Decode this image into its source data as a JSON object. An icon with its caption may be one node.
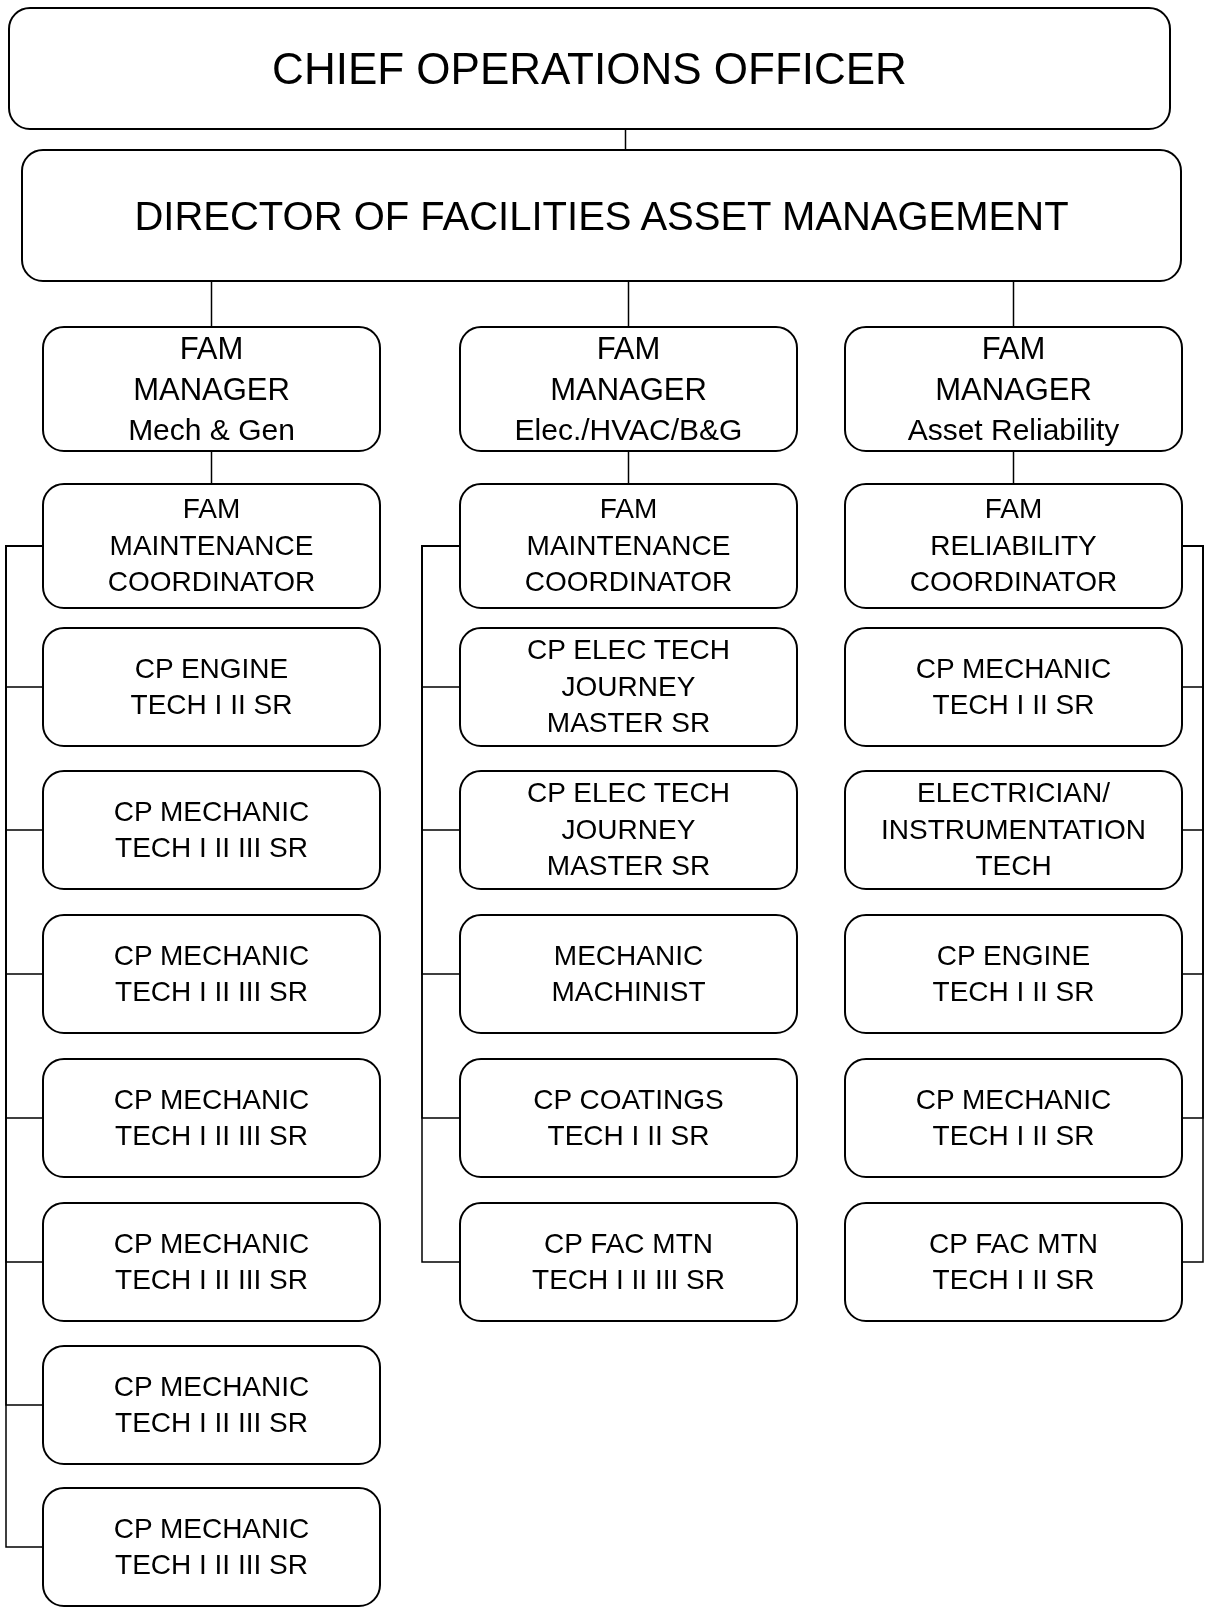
{
  "diagram": {
    "nodes": [
      {
        "text": [
          "CHIEF OPERATIONS OFFICER"
        ]
      },
      {
        "text": [
          "DIRECTOR OF FACILITIES ASSET MANAGEMENT"
        ]
      },
      {
        "text": [
          "FAM MANAGER",
          "Mech & Gen"
        ]
      },
      {
        "text": [
          "FAM MANAGER",
          "Elec./HVAC/B&G"
        ]
      },
      {
        "text": [
          "FAM MANAGER",
          "Asset Reliability"
        ]
      },
      {
        "text": [
          "FAM MAINTENANCE COORDINATOR"
        ]
      },
      {
        "text": [
          "FAM MAINTENANCE COORDINATOR"
        ]
      },
      {
        "text": [
          "FAM RELIABILITY COORDINATOR"
        ]
      },
      {
        "text": [
          "CP ENGINE TECH I II SR"
        ]
      },
      {
        "text": [
          "CP ELEC TECH JOURNEY MASTER SR"
        ]
      },
      {
        "text": [
          "CP MECHANIC TECH I II SR"
        ]
      },
      {
        "text": [
          "CP MECHANIC TECH I II III SR"
        ]
      },
      {
        "text": [
          "CP ELEC TECH JOURNEY MASTER SR"
        ]
      },
      {
        "text": [
          "ELECTRICIAN/ INSTRUMENTATION TECH"
        ]
      },
      {
        "text": [
          "CP MECHANIC TECH I II III SR"
        ]
      },
      {
        "text": [
          "MECHANIC MACHINIST"
        ]
      },
      {
        "text": [
          "CP ENGINE TECH I II SR"
        ]
      },
      {
        "text": [
          "CP MECHANIC TECH I II III SR"
        ]
      },
      {
        "text": [
          "CP COATINGS TECH I II SR"
        ]
      },
      {
        "text": [
          "CP MECHANIC TECH I II SR"
        ]
      },
      {
        "text": [
          "CP MECHANIC TECH I II III SR"
        ]
      },
      {
        "text": [
          "CP FAC MTN TECH I II III SR"
        ]
      },
      {
        "text": [
          "CP FAC MTN TECH I II SR"
        ]
      },
      {
        "text": [
          "CP MECHANIC TECH I II III SR"
        ]
      },
      {
        "text": [
          "CP MECHANIC TECH I II III SR"
        ]
      }
    ],
    "edges": [
      {
        "from": 0,
        "to": 1,
        "arrow": "none"
      },
      {
        "from": 1,
        "to": 2,
        "arrow": "none"
      },
      {
        "from": 1,
        "to": 3,
        "arrow": "none"
      },
      {
        "from": 1,
        "to": 4,
        "arrow": "none"
      },
      {
        "from": 2,
        "to": 5,
        "arrow": "none"
      },
      {
        "from": 3,
        "to": 6,
        "arrow": "none"
      },
      {
        "from": 4,
        "to": 7,
        "arrow": "none"
      },
      {
        "from": 5,
        "to": 8,
        "arrow": "none"
      },
      {
        "from": 5,
        "to": 11,
        "arrow": "none"
      },
      {
        "from": 5,
        "to": 14,
        "arrow": "none"
      },
      {
        "from": 5,
        "to": 17,
        "arrow": "none"
      },
      {
        "from": 5,
        "to": 20,
        "arrow": "none"
      },
      {
        "from": 5,
        "to": 23,
        "arrow": "none"
      },
      {
        "from": 5,
        "to": 24,
        "arrow": "none"
      },
      {
        "from": 6,
        "to": 9,
        "arrow": "none"
      },
      {
        "from": 6,
        "to": 12,
        "arrow": "none"
      },
      {
        "from": 6,
        "to": 15,
        "arrow": "none"
      },
      {
        "from": 6,
        "to": 18,
        "arrow": "none"
      },
      {
        "from": 6,
        "to": 21,
        "arrow": "none"
      },
      {
        "from": 7,
        "to": 10,
        "arrow": "none"
      },
      {
        "from": 7,
        "to": 13,
        "arrow": "none"
      },
      {
        "from": 7,
        "to": 16,
        "arrow": "none"
      },
      {
        "from": 7,
        "to": 19,
        "arrow": "none"
      },
      {
        "from": 7,
        "to": 22,
        "arrow": "none"
      }
    ]
  }
}
